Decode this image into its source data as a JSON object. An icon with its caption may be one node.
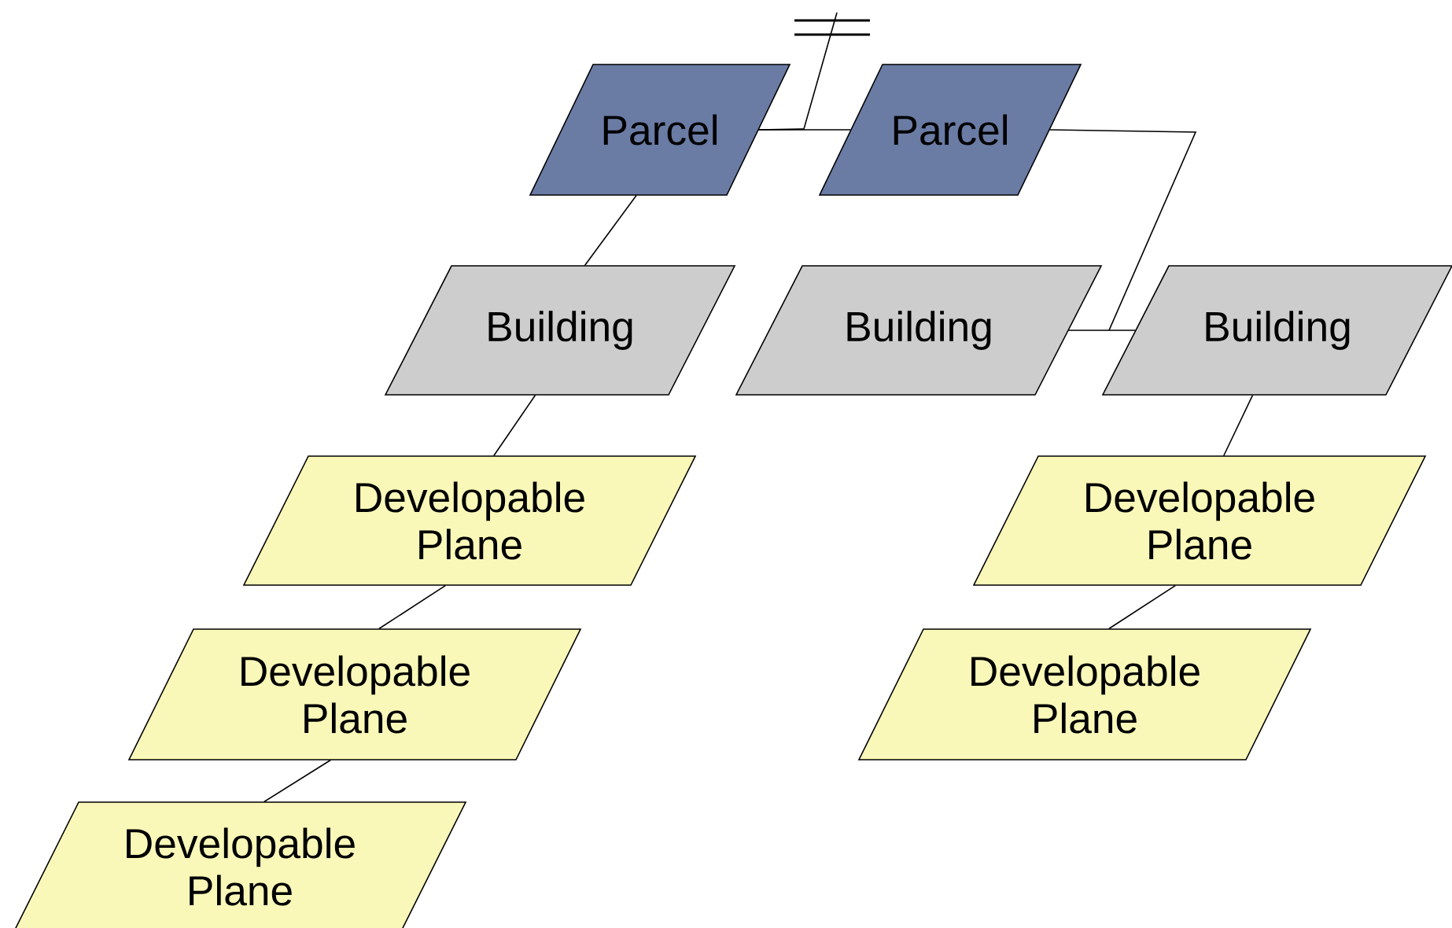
{
  "diagram": {
    "nodes": [
      {
        "text": [
          "Parcel"
        ]
      },
      {
        "text": [
          "Parcel"
        ]
      },
      {
        "text": [
          "Building"
        ]
      },
      {
        "text": [
          "Building"
        ]
      },
      {
        "text": [
          "Building"
        ]
      },
      {
        "text": [
          "Developable Plane"
        ]
      },
      {
        "text": [
          "Developable Plane"
        ]
      },
      {
        "text": [
          "Developable Plane"
        ]
      },
      {
        "text": [
          "Developable Plane"
        ]
      },
      {
        "text": [
          "Developable Plane"
        ]
      }
    ],
    "edges": [
      {
        "from": 0,
        "to": 1,
        "arrow": "none"
      },
      {
        "from": null,
        "to": 0,
        "arrow": "none"
      },
      {
        "from": 1,
        "to": 3,
        "arrow": "none"
      },
      {
        "from": 1,
        "to": 4,
        "arrow": "none"
      },
      {
        "from": 0,
        "to": 2,
        "arrow": "none"
      },
      {
        "from": 2,
        "to": 5,
        "arrow": "none"
      },
      {
        "from": 5,
        "to": 7,
        "arrow": "none"
      },
      {
        "from": 7,
        "to": 9,
        "arrow": "none"
      },
      {
        "from": 4,
        "to": 6,
        "arrow": "none"
      },
      {
        "from": 6,
        "to": 8,
        "arrow": "none"
      }
    ]
  }
}
